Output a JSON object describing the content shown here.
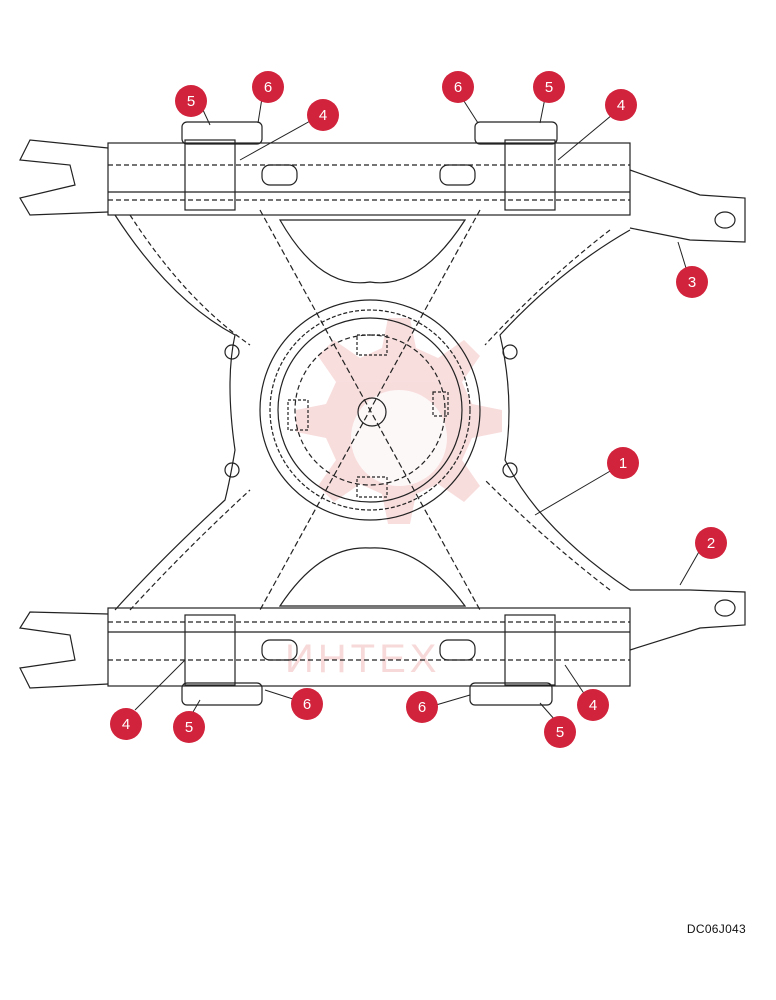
{
  "drawing": {
    "reference_code": "DC06J043",
    "watermark_text": "ИНТЕХ",
    "callout_color": "#d2233c",
    "callouts": [
      "5",
      "6",
      "4",
      "6",
      "5",
      "4",
      "3",
      "1",
      "2",
      "4",
      "5",
      "6",
      "6",
      "5",
      "4"
    ]
  }
}
